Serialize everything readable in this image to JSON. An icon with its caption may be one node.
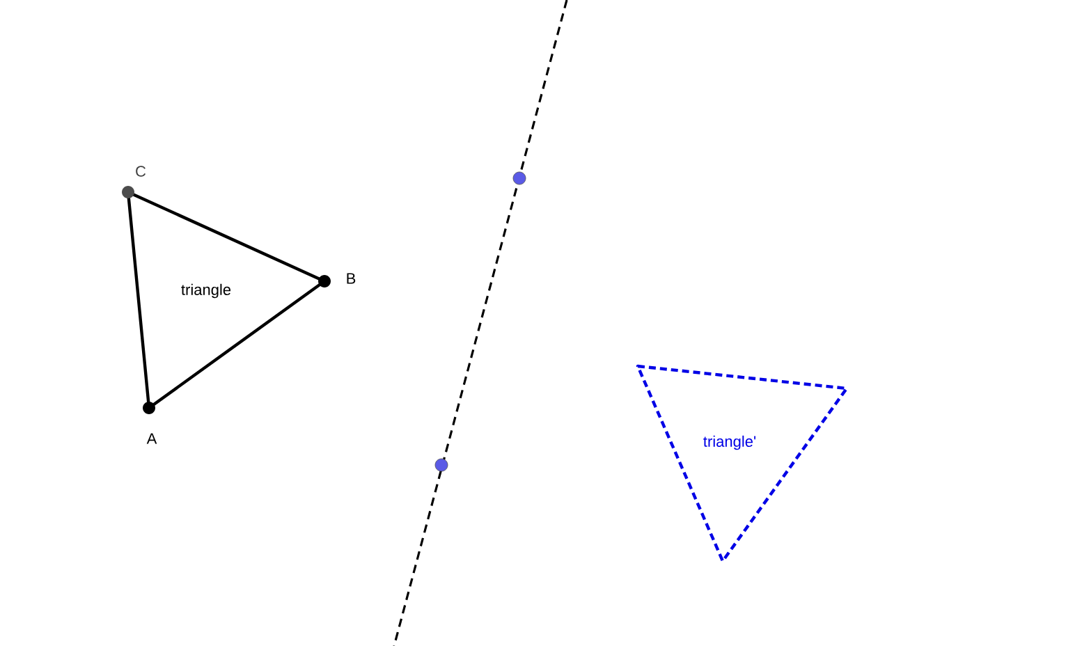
{
  "diagram": {
    "nodes": [
      {
        "text": [
          "triangle"
        ]
      },
      {
        "text": [
          "triangle'"
        ]
      }
    ],
    "labels": [
      "C",
      "B",
      "A"
    ]
  }
}
